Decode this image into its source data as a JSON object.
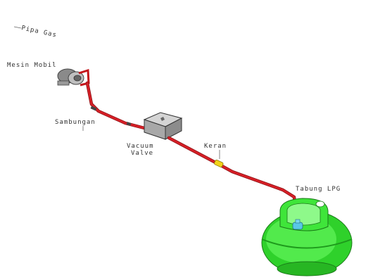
{
  "diagram": {
    "labels": {
      "title": "Pipa Gas",
      "engine": "Mesin Mobil",
      "connector": "Sambungan",
      "valve_line1": "Vacuum",
      "valve_line2": "Valve",
      "tap": "Keran",
      "tank": "Tabung LPG"
    },
    "colors": {
      "pipe": "#c4161c",
      "tank": "#3ee83a",
      "valve": "#bdbdbd",
      "tap": "#f2d21a",
      "regulator": "#59c8e6"
    }
  }
}
